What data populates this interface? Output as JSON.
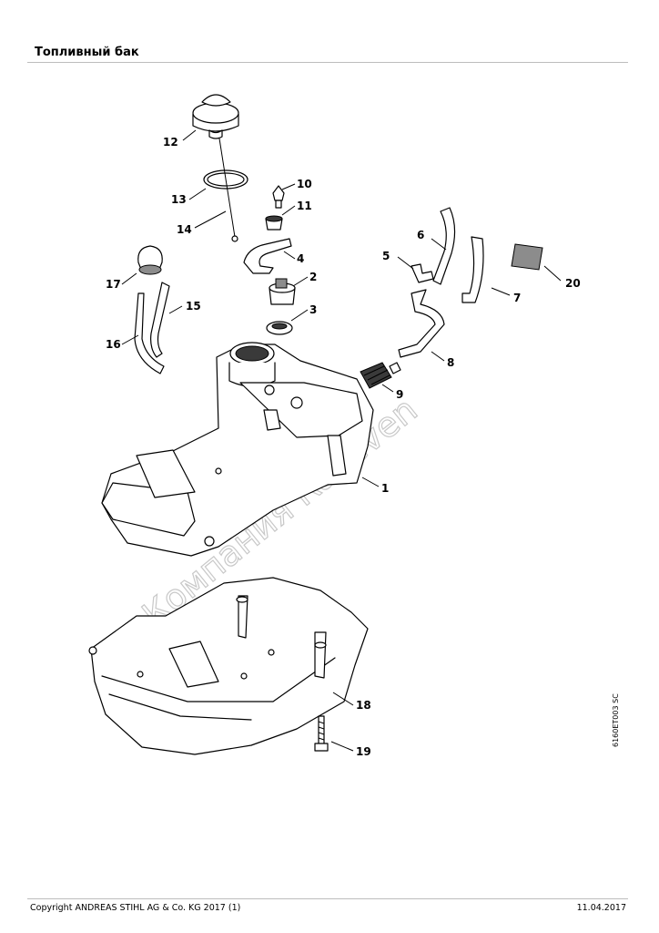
{
  "header": {
    "title": "Топливный бак"
  },
  "footer": {
    "copyright": "Copyright ANDREAS STIHL AG & Co. KG 2017 (1)",
    "date": "11.04.2017"
  },
  "drawing_code": "6160ET003 SC",
  "watermark": "Компания Rakeven",
  "callouts": [
    "1",
    "2",
    "3",
    "4",
    "5",
    "6",
    "7",
    "8",
    "9",
    "10",
    "11",
    "12",
    "13",
    "14",
    "15",
    "16",
    "17",
    "18",
    "19",
    "20"
  ]
}
